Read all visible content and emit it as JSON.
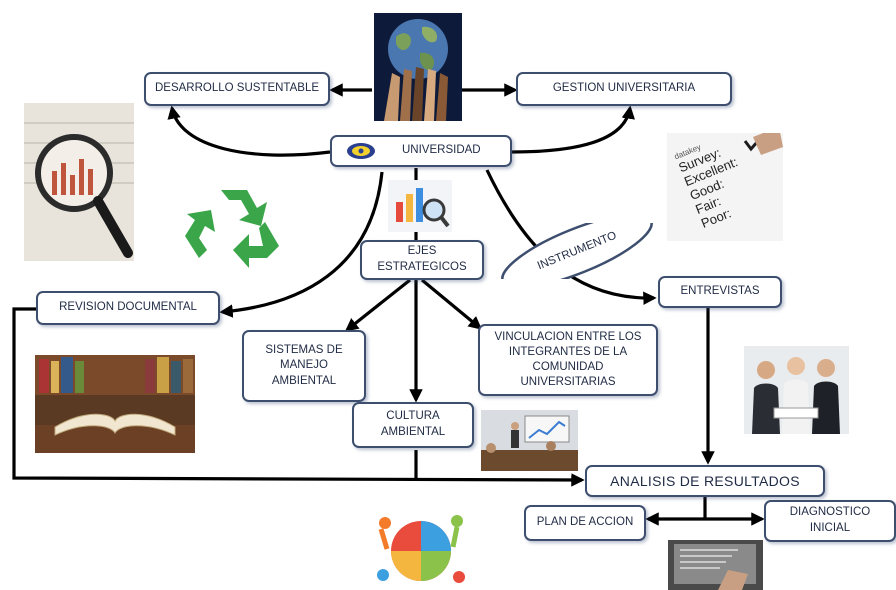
{
  "nodes": {
    "desarrollo": "DESARROLLO SUSTENTABLE",
    "gestion": "GESTION UNIVERSITARIA",
    "universidad": "UNIVERSIDAD",
    "ejes_line1": "EJES",
    "ejes_line2": "ESTRATEGICOS",
    "revision": "REVISION DOCUMENTAL",
    "entrevistas": "ENTREVISTAS",
    "sistemas_line1": "SISTEMAS DE",
    "sistemas_line2": "MANEJO",
    "sistemas_line3": "AMBIENTAL",
    "vinculacion_line1": "VINCULACION ENTRE LOS",
    "vinculacion_line2": "INTEGRANTES DE LA",
    "vinculacion_line3": "COMUNIDAD",
    "vinculacion_line4": "UNIVERSITARIAS",
    "cultura_line1": "CULTURA",
    "cultura_line2": "AMBIENTAL",
    "analisis": "ANALISIS DE RESULTADOS",
    "plan": "PLAN DE ACCION",
    "diagnostico_line1": "DIAGNOSTICO",
    "diagnostico_line2": "INICIAL",
    "instrumento": "INSTRUMENTO"
  },
  "survey_card": {
    "brand": "datakey",
    "lines": [
      "Survey:",
      "Excellent:",
      "Good:",
      "Fair:",
      "Poor:"
    ]
  },
  "colors": {
    "node_border": "#3d4e6e",
    "arrow": "#000000"
  }
}
